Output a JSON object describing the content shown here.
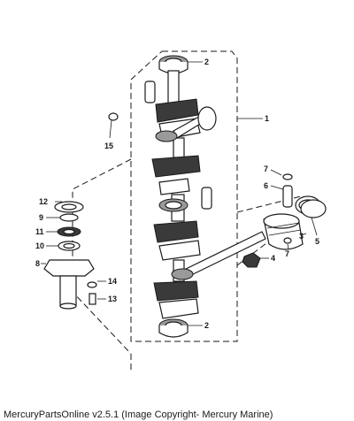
{
  "diagram": {
    "callouts": [
      {
        "id": "c2a",
        "label": "2"
      },
      {
        "id": "c1",
        "label": "1"
      },
      {
        "id": "c15",
        "label": "15"
      },
      {
        "id": "c7a",
        "label": "7"
      },
      {
        "id": "c6",
        "label": "6"
      },
      {
        "id": "c12",
        "label": "12"
      },
      {
        "id": "c9",
        "label": "9"
      },
      {
        "id": "c11",
        "label": "11"
      },
      {
        "id": "c10",
        "label": "10"
      },
      {
        "id": "c3",
        "label": "3"
      },
      {
        "id": "c5",
        "label": "5"
      },
      {
        "id": "c8",
        "label": "8"
      },
      {
        "id": "c4",
        "label": "4"
      },
      {
        "id": "c7b",
        "label": "7"
      },
      {
        "id": "c14",
        "label": "14"
      },
      {
        "id": "c13",
        "label": "13"
      },
      {
        "id": "c2b",
        "label": "2"
      }
    ]
  },
  "footer": {
    "caption": "MercuryPartsOnline v2.5.1 (Image Copyright- Mercury Marine)"
  }
}
